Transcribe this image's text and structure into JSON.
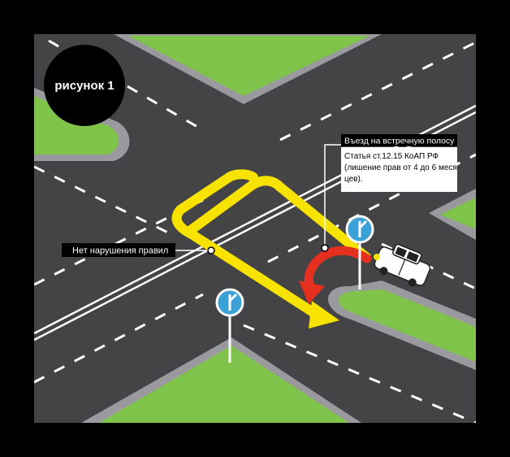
{
  "figure": {
    "badge_label": "рисунок 1"
  },
  "callouts": {
    "oncoming": {
      "title": "Въезд на встречную полосу",
      "line1": "Статья ст.12.15 КоАП РФ",
      "line2": "(лишение прав от 4 до 6 меся-",
      "line3": "цев)."
    },
    "no_violation": {
      "title": "Нет нарушения правил"
    }
  },
  "colors": {
    "frame": "#000000",
    "asphalt": "#444447",
    "curb": "#9a9a9e",
    "grass": "#7fc34a",
    "lane_marking": "#ffffff",
    "correct_path": "#f7e200",
    "wrong_path": "#e5301f",
    "sign": "#3aa0d6"
  },
  "icons": {
    "road_sign": "road-fork-sign-icon",
    "car": "car-icon"
  }
}
